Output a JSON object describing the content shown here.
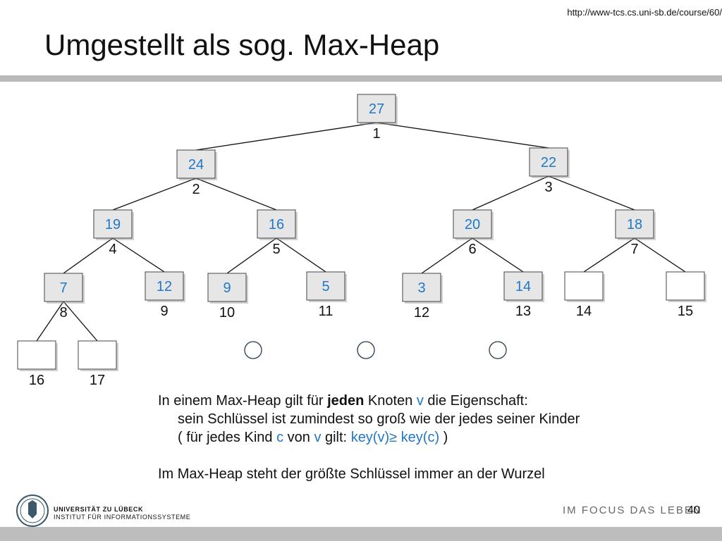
{
  "url": "http://www-tcs.cs.uni-sb.de/course/60/",
  "title": "Umgestellt als sog. Max-Heap",
  "heap": {
    "nodes": [
      {
        "index": "1",
        "key": "27"
      },
      {
        "index": "2",
        "key": "24"
      },
      {
        "index": "3",
        "key": "22"
      },
      {
        "index": "4",
        "key": "19"
      },
      {
        "index": "5",
        "key": "16"
      },
      {
        "index": "6",
        "key": "20"
      },
      {
        "index": "7",
        "key": "18"
      },
      {
        "index": "8",
        "key": "7"
      },
      {
        "index": "9",
        "key": "12"
      },
      {
        "index": "10",
        "key": "9"
      },
      {
        "index": "11",
        "key": "5"
      },
      {
        "index": "12",
        "key": "3"
      },
      {
        "index": "13",
        "key": "14"
      },
      {
        "index": "14",
        "key": ""
      },
      {
        "index": "15",
        "key": ""
      },
      {
        "index": "16",
        "key": ""
      },
      {
        "index": "17",
        "key": ""
      }
    ],
    "edges": [
      [
        1,
        2
      ],
      [
        1,
        3
      ],
      [
        2,
        4
      ],
      [
        2,
        5
      ],
      [
        3,
        6
      ],
      [
        3,
        7
      ],
      [
        4,
        8
      ],
      [
        4,
        9
      ],
      [
        5,
        10
      ],
      [
        5,
        11
      ],
      [
        6,
        12
      ],
      [
        6,
        13
      ],
      [
        7,
        14
      ],
      [
        7,
        15
      ],
      [
        8,
        16
      ],
      [
        8,
        17
      ]
    ],
    "placeholder_circles": 3,
    "colors": {
      "key_text": "#1f78c8",
      "node_fill": "#e6e6e6",
      "node_stroke": "#444444"
    }
  },
  "property": {
    "l1_a": "In einem Max-Heap gilt für ",
    "l1_b": "jeden",
    "l1_c": " Knoten ",
    "l1_d": "v",
    "l1_e": " die Eigenschaft:",
    "l2": "sein Schlüssel ist zumindest so groß wie der jedes seiner Kinder",
    "l3_a": "( für jedes Kind ",
    "l3_b": "c",
    "l3_c": " von ",
    "l3_d": "v",
    "l3_e": " gilt: ",
    "l3_f": "key(v)≥ key(c)",
    "l3_g": " )",
    "l4": "Im Max-Heap steht der größte Schlüssel immer an der Wurzel"
  },
  "footer": {
    "uni_line1": "UNIVERSITÄT ZU LÜBECK",
    "uni_line2": "INSTITUT FÜR INFORMATIONSSYSTEME",
    "slogan": "IM FOCUS DAS LEBEN",
    "page": "40"
  }
}
